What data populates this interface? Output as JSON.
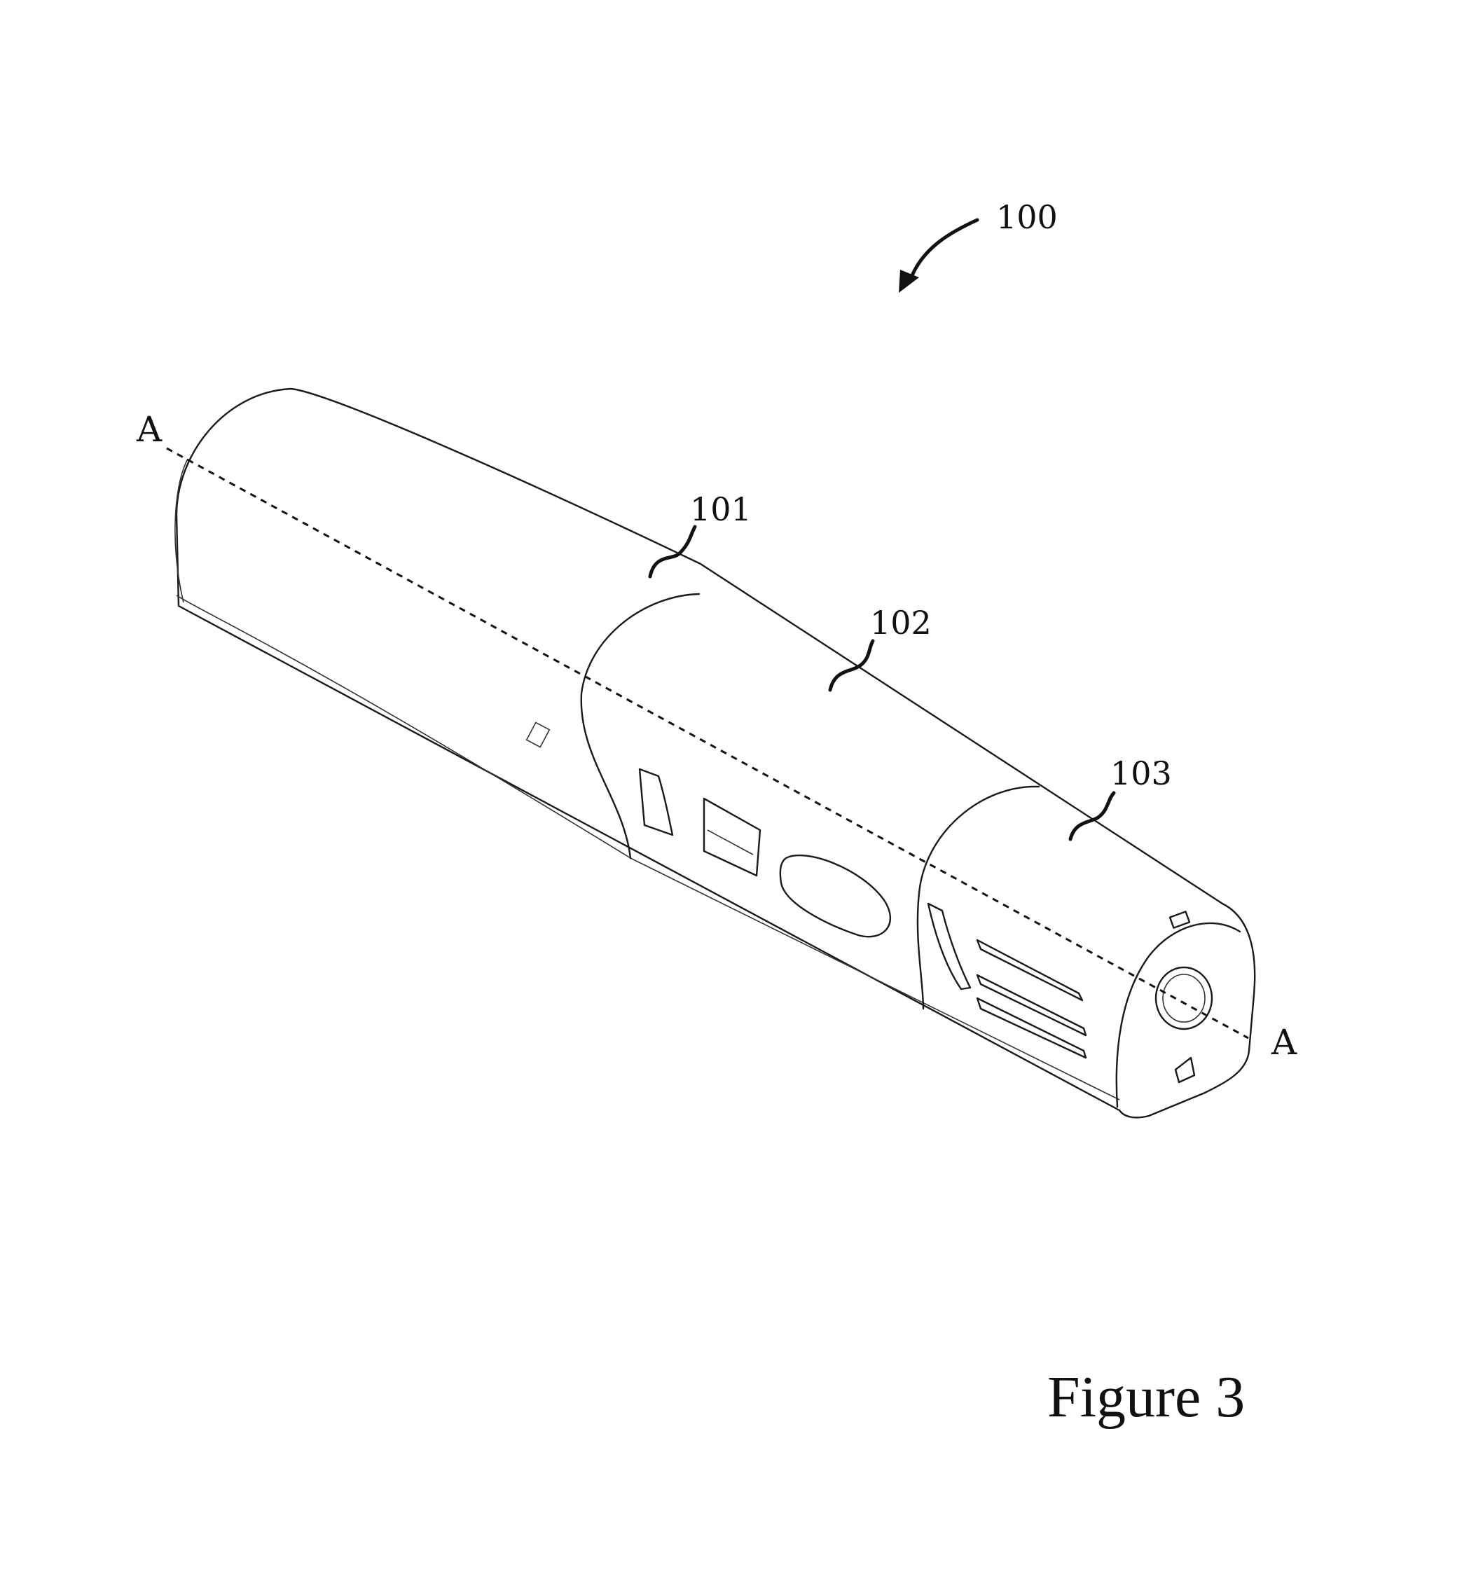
{
  "figure": {
    "caption": "Figure 3"
  },
  "labels": {
    "device": "100",
    "section_1": "101",
    "section_2": "102",
    "section_3": "103",
    "axis_start": "A",
    "axis_end": "A"
  }
}
